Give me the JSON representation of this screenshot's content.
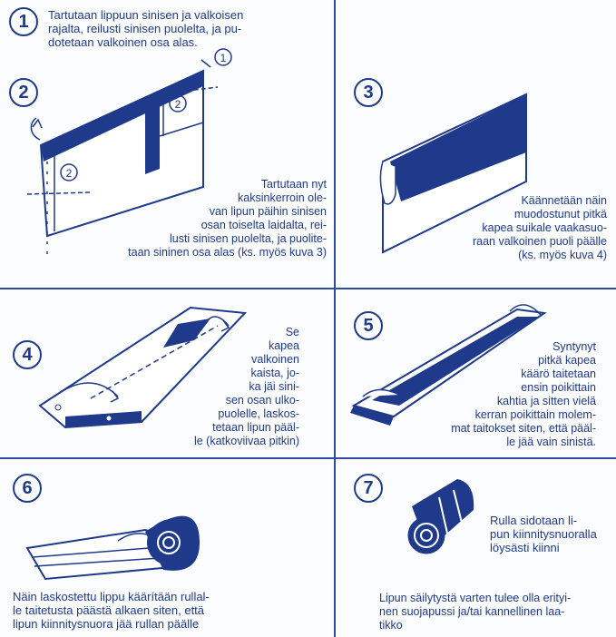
{
  "steps": [
    {
      "number": "1",
      "text": "Tartutaan lippuun sinisen ja valkoisen\nrajalta, reilusti sinisen puolelta, ja pu-\ndotetaan valkoinen osa alas."
    },
    {
      "number": "2",
      "text": "Tartutaan nyt\nkaksinkerroin ole-\nvan lipun päihin sinisen\nosan toiselta laidalta, rei-\nlusti sinisen puolelta, ja puolite-\ntaan sininen osa alas (ks. myös kuva 3)"
    },
    {
      "number": "3",
      "text": "Käännetään näin\nmuodostunut pitkä\nkapea suikale vaakasuo-\nraan valkoinen puoli päälle\n(ks. myös kuva 4)"
    },
    {
      "number": "4",
      "text": "Se\nkapea\nvalkoinen\nkaista, jo-\nka jäi sini-\nsen osan ulko-\npuolelle, laskos-\ntetaan lipun pääl-\nle (katkoviivaa pitkin)"
    },
    {
      "number": "5",
      "text": "Syntynyt\npitkä kapea\nkäärö taitetaan\nensin poikittain\nkahtia ja sitten vielä\nkerran poikittain molem-\nmat taitokset siten, että pääl-\nle jää vain sinistä."
    },
    {
      "number": "6",
      "text": "Näin laskostettu lippu käärítään rullal-\nle taitetusta päästä alkaen siten, että\nlipun kiinnitysnuora jää rullan päälle"
    },
    {
      "number": "7",
      "text": "Rulla sidotaan li-\npun kiinnitysnuoralla\nlöysästi kiinni",
      "note": "Lipun säilytystä varten tulee olla erityi-\nnen suojapussi ja/tai kannellinen laa-\ntikko"
    }
  ],
  "callouts": {
    "one": "1",
    "two": "2"
  },
  "colors": {
    "ink": "#1f3a8a",
    "paper": "#fbfcfe"
  }
}
